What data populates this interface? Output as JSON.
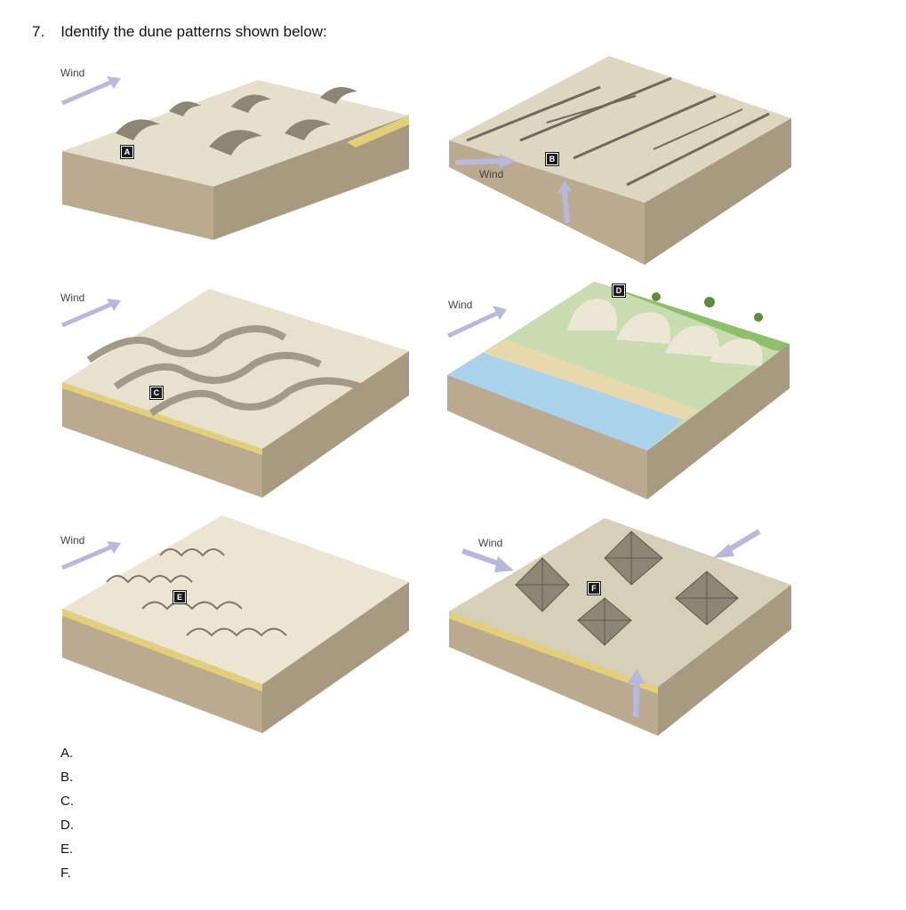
{
  "question": {
    "number": "7.",
    "text": "Identify the dune patterns shown below:"
  },
  "panels": [
    {
      "letter": "A",
      "wind_label": "Wind",
      "top_color": "#e6dfcc",
      "side_color": "#b9aa90"
    },
    {
      "letter": "B",
      "wind_label": "Wind",
      "top_color": "#ddd6c0",
      "side_color": "#b9aa90"
    },
    {
      "letter": "C",
      "wind_label": "Wind",
      "top_color": "#e8e1ce",
      "side_color": "#b9aa90"
    },
    {
      "letter": "D",
      "wind_label": "Wind",
      "top_color": "#c8dcb0",
      "side_color": "#b9aa90"
    },
    {
      "letter": "E",
      "wind_label": "Wind",
      "top_color": "#ebe5d2",
      "side_color": "#b9aa90"
    },
    {
      "letter": "F",
      "wind_label": "Wind",
      "top_color": "#d6d0b8",
      "side_color": "#b9aa90"
    }
  ],
  "answers": [
    "A.",
    "B.",
    "C.",
    "D.",
    "E.",
    "F."
  ],
  "colors": {
    "wind_arrow": "#b8b8dc",
    "sand_edge": "#e2cf7a",
    "water": "#a9d2ec",
    "grass": "#8fbf6a"
  }
}
